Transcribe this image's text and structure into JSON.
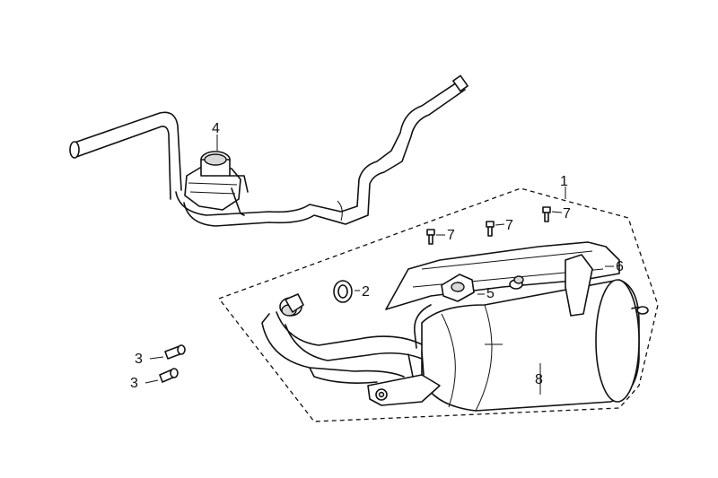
{
  "callouts": {
    "c1": "1",
    "c2": "2",
    "c3a": "3",
    "c3b": "3",
    "c4": "4",
    "c5": "5",
    "c6": "6",
    "c7a": "7",
    "c7b": "7",
    "c7c": "7",
    "c8": "8"
  }
}
